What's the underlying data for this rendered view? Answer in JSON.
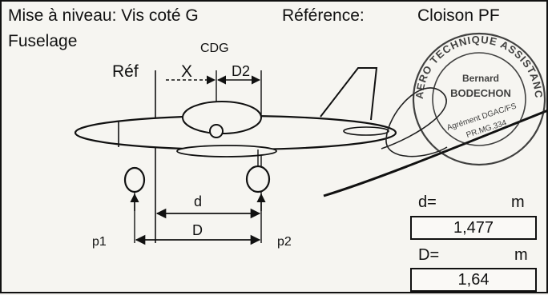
{
  "header": {
    "title": "Mise à niveau: Vis coté G",
    "reference_label": "Référence:",
    "reference_value": "Cloison PF",
    "subtitle": "Fuselage"
  },
  "diagram": {
    "labels": {
      "ref": "Réf",
      "x": "X",
      "cdg": "CDG",
      "d2": "D2",
      "d": "d",
      "D": "D",
      "p1": "p1",
      "p2": "p2"
    }
  },
  "results": {
    "d_label": "d=",
    "d_unit": "m",
    "d_value": "1,477",
    "D_label": "D=",
    "D_unit": "m",
    "D_value": "1,64"
  },
  "stamp": {
    "ring_text": "AERO TECHNIQUE ASSISTANCE",
    "name_first": "Bernard",
    "name_last": "BODECHON",
    "agreement": "Agrément DGAC/FS",
    "agreement_num": "PR.MG.334"
  }
}
